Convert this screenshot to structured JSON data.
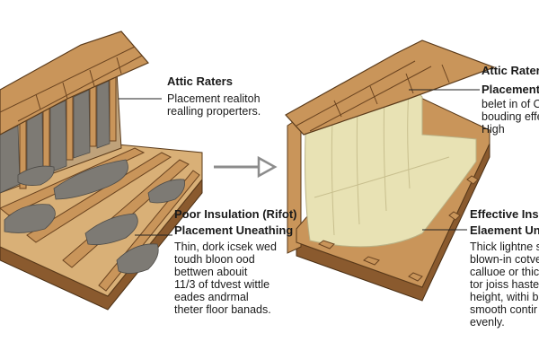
{
  "left_panel": {
    "top_callout": {
      "heading": "Attic Raters",
      "lines": [
        "Placement realitoh",
        "realling properters."
      ]
    },
    "bottom_callout": {
      "heading": "Poor Insulation (Rifot)",
      "subheading": "Placement Uneathing",
      "lines": [
        "Thin, dork icsek wed",
        "toudh bloon ood",
        "bettwen abouit",
        "11/3 of tdvest wittle",
        "eades andrmal",
        "theter floor banads."
      ]
    }
  },
  "right_panel": {
    "top_callout": {
      "heading": "Attic Raters",
      "subheading": "Placement—",
      "lines": [
        "belet in of O",
        "bouding effe",
        "High"
      ]
    },
    "bottom_callout": {
      "heading": "Effective Insula",
      "subheading": "Elaement Unffec",
      "lines": [
        "Thick lightne sp",
        "blown-in cotver",
        "calluoe or thick",
        "tor joiss haster",
        "height, withi b",
        "smooth contir",
        "evenly."
      ]
    }
  },
  "colors": {
    "wood": "#c9955a",
    "wood_dark": "#8a5a2e",
    "poor_insulation": "#7d7a74",
    "good_insulation": "#e8e2b4",
    "arrow": "#8c8c8c"
  }
}
